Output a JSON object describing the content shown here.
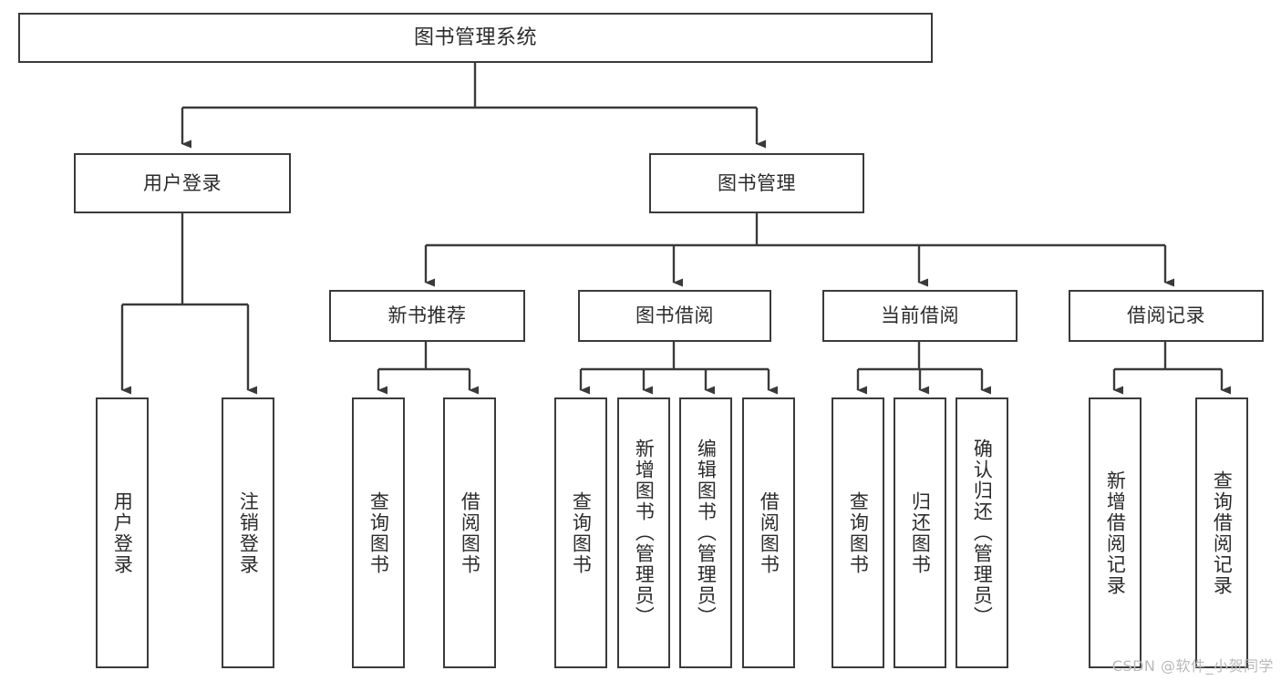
{
  "diagram": {
    "title": "图书管理系统",
    "type": "tree",
    "stroke_color": "#3a3a3a",
    "text_color": "#2b2b2b",
    "background_color": "#ffffff",
    "watermark": "CSDN @软件_小贺同学",
    "nodes": {
      "root": {
        "label": "图书管理系统"
      },
      "level2": [
        {
          "label": "用户登录"
        },
        {
          "label": "图书管理"
        }
      ],
      "level3": [
        {
          "label": "新书推荐"
        },
        {
          "label": "图书借阅"
        },
        {
          "label": "当前借阅"
        },
        {
          "label": "借阅记录"
        }
      ],
      "leaves_user_login": [
        {
          "label": "用户登录"
        },
        {
          "label": "注销登录"
        }
      ],
      "leaves_new_books": [
        {
          "label": "查询图书"
        },
        {
          "label": "借阅图书"
        }
      ],
      "leaves_book_borrow": [
        {
          "label": "查询图书"
        },
        {
          "label": "新增图书（管理员）"
        },
        {
          "label": "编辑图书（管理员）"
        },
        {
          "label": "借阅图书"
        }
      ],
      "leaves_current_borrow": [
        {
          "label": "查询图书"
        },
        {
          "label": "归还图书"
        },
        {
          "label": "确认归还（管理员）"
        }
      ],
      "leaves_borrow_record": [
        {
          "label": "新增借阅记录"
        },
        {
          "label": "查询借阅记录"
        }
      ]
    }
  }
}
